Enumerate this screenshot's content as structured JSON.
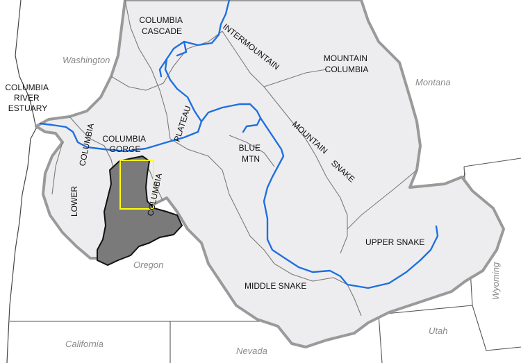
{
  "colors": {
    "basin_fill": "#ededef",
    "basin_outline": "#9a9a9a",
    "subbasin_line": "#7a7a7a",
    "river": "#1f6fe0",
    "highlight_fill": "#7a7a7a",
    "highlight_outline": "#111111",
    "selection_box": "#ffff00",
    "state_line": "#555555",
    "coast_line": "#444444"
  },
  "states": [
    {
      "id": "washington",
      "label": "Washington"
    },
    {
      "id": "montana",
      "label": "Montana"
    },
    {
      "id": "oregon",
      "label": "Oregon"
    },
    {
      "id": "california",
      "label": "California"
    },
    {
      "id": "nevada",
      "label": "Nevada"
    },
    {
      "id": "utah",
      "label": "Utah"
    },
    {
      "id": "wyoming",
      "label": "Wyoming"
    }
  ],
  "subbasins": {
    "estuary": [
      "COLUMBIA",
      "RIVER",
      "ESTUARY"
    ],
    "cascade": [
      "COLUMBIA",
      "CASCADE"
    ],
    "intermountain": "INTERMOUNTAIN",
    "mountain_columbia": [
      "MOUNTAIN",
      "COLUMBIA"
    ],
    "plateau": "PLATEAU",
    "gorge": [
      "COLUMBIA",
      "GORGE"
    ],
    "lower_columbia_a": "COLUMBIA",
    "lower_columbia_b": "LOWER",
    "columbia_plateau_mid": "COLUMBIA",
    "blue_mtn": [
      "BLUE",
      "MTN"
    ],
    "mountain_snake_a": "MOUNTAIN",
    "mountain_snake_b": "SNAKE",
    "upper_snake": "UPPER SNAKE",
    "middle_snake": "MIDDLE SNAKE"
  }
}
